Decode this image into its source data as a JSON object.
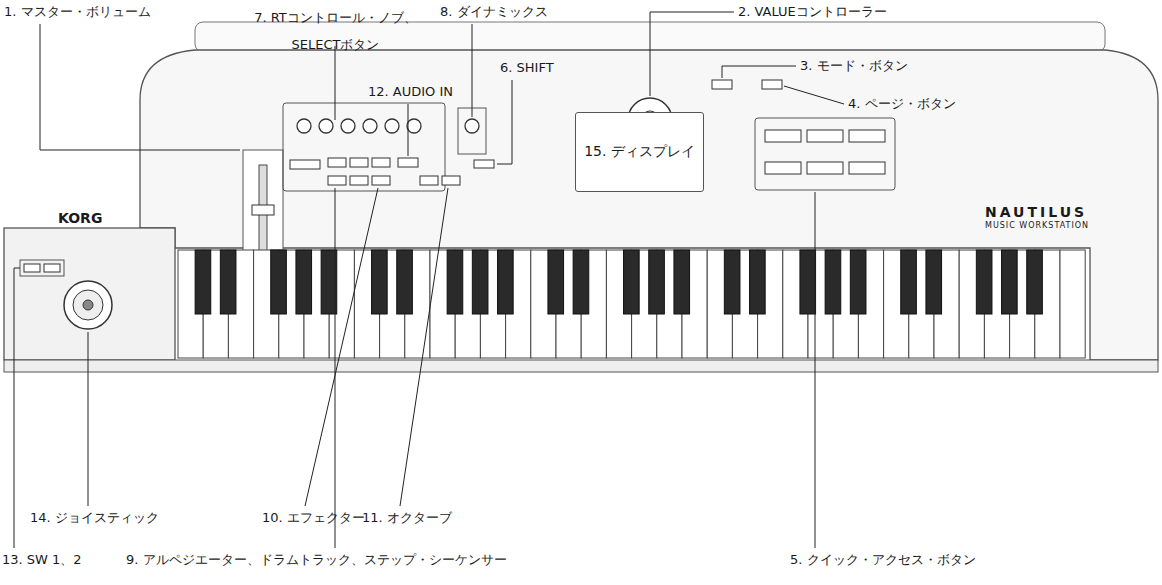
{
  "diagram": {
    "nodes": [
      {
        "text": [
          "15. ディスプレイ"
        ]
      }
    ],
    "labels": [
      "1. マスター・ボリューム",
      "7. RTコントロール・ノブ、 SELECTボタン",
      "8. ダイナミックス",
      "2. VALUEコントローラー",
      "12. AUDIO IN",
      "6. SHIFT",
      "3. モード・ボタン",
      "4. ページ・ボタン",
      "5. クイック・アクセス・ボタン",
      "11. オクターブ",
      "10. エフェクター",
      "9. アルペジエーター、ドラムトラック、ステップ・シーケンサー",
      "14. ジョイスティック",
      "13. SW 1、2",
      "KORG",
      "NAUTILUS",
      "MUSIC WORKSTATION"
    ]
  }
}
